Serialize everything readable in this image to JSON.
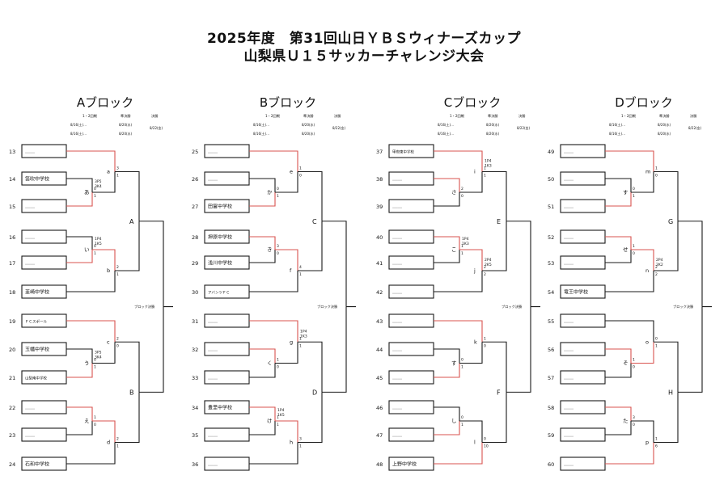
{
  "title": {
    "line1": "2025年度　第31回山日ＹＢＳウィナーズカップ",
    "line2": "山梨県Ｕ１５サッカーチャレンジ大会"
  },
  "colors": {
    "line": "#1a1a1a",
    "winner_line": "#d9534f",
    "text": "#111111"
  },
  "blocks": [
    {
      "name": "Aブロック",
      "schedule": {
        "col1_head": "1・2回戦",
        "col1_l1": "8/16(土)…",
        "col1_l2": "8/16(土)…",
        "col2_head": "準決勝",
        "col2_l1": "8/20(水)",
        "col2_l2": "8/20(水)",
        "col3_head": "決勝",
        "col3_l1": "8/22(金)"
      },
      "final_label": "ブロック決勝",
      "teams": [
        {
          "no": 13,
          "name": "……"
        },
        {
          "no": 14,
          "name": "笛吹中学校"
        },
        {
          "no": 15,
          "name": "……"
        },
        {
          "no": 16,
          "name": "……"
        },
        {
          "no": 17,
          "name": "……"
        },
        {
          "no": 18,
          "name": "韮崎中学校"
        },
        {
          "no": 19,
          "name": "ＦＣスポール"
        },
        {
          "no": 20,
          "name": "玉幡中学校"
        },
        {
          "no": 21,
          "name": "山梨南中学校"
        },
        {
          "no": 22,
          "name": "……"
        },
        {
          "no": 23,
          "name": "……"
        },
        {
          "no": 24,
          "name": "石和中学校"
        }
      ],
      "round1": [
        {
          "label": "あ",
          "score": [
            "0",
            "1"
          ],
          "pk": [
            "3P5",
            "3K4"
          ]
        },
        {
          "label": "い",
          "score": [
            "0",
            "1"
          ],
          "pk": [
            "1P4",
            "1K5"
          ]
        },
        {
          "label": "う",
          "score": [
            "0",
            "1"
          ],
          "pk": [
            "3P5",
            "3K4"
          ]
        },
        {
          "label": "え",
          "score": [
            "1",
            "0"
          ],
          "pk": [
            "",
            ""
          ]
        }
      ],
      "round2": [
        {
          "label": "a",
          "score": [
            "3",
            "1"
          ],
          "pk": [
            "",
            ""
          ]
        },
        {
          "label": "b",
          "score": [
            "2",
            "1"
          ],
          "pk": [
            "",
            ""
          ]
        },
        {
          "label": "c",
          "score": [
            "2",
            "0"
          ],
          "pk": [
            "",
            ""
          ]
        },
        {
          "label": "d",
          "score": [
            "2",
            "1"
          ],
          "pk": [
            "",
            ""
          ]
        }
      ],
      "semis": [
        {
          "label": "A"
        },
        {
          "label": "B"
        }
      ]
    },
    {
      "name": "Bブロック",
      "schedule": {
        "col1_head": "1・2回戦",
        "col1_l1": "8/16(土)…",
        "col1_l2": "8/16(土)…",
        "col2_head": "準決勝",
        "col2_l1": "8/20(水)",
        "col2_l2": "8/20(水)",
        "col3_head": "決勝",
        "col3_l1": "8/22(金)"
      },
      "final_label": "ブロック決勝",
      "teams": [
        {
          "no": 25,
          "name": "……"
        },
        {
          "no": 26,
          "name": "……"
        },
        {
          "no": 27,
          "name": "田富中学校"
        },
        {
          "no": 28,
          "name": "押原中学校"
        },
        {
          "no": 29,
          "name": "浅川中学校"
        },
        {
          "no": 30,
          "name": "アバンツＦＣ"
        },
        {
          "no": 31,
          "name": "……"
        },
        {
          "no": 32,
          "name": "……"
        },
        {
          "no": 33,
          "name": "……"
        },
        {
          "no": 34,
          "name": "豊里中学校"
        },
        {
          "no": 35,
          "name": "……"
        },
        {
          "no": 36,
          "name": "……"
        }
      ],
      "round1": [
        {
          "label": "か",
          "score": [
            "0",
            "1"
          ],
          "pk": [
            "",
            ""
          ]
        },
        {
          "label": "き",
          "score": [
            "3",
            "0"
          ],
          "pk": [
            "",
            ""
          ]
        },
        {
          "label": "く",
          "score": [
            "1",
            "0"
          ],
          "pk": [
            "",
            ""
          ]
        },
        {
          "label": "け",
          "score": [
            "1",
            "1"
          ],
          "pk": [
            "1P4",
            "1K5"
          ]
        }
      ],
      "round2": [
        {
          "label": "e",
          "score": [
            "1",
            "0"
          ],
          "pk": [
            "",
            ""
          ]
        },
        {
          "label": "f",
          "score": [
            "4",
            "1"
          ],
          "pk": [
            "",
            ""
          ]
        },
        {
          "label": "g",
          "score": [
            "1",
            "1"
          ],
          "pk": [
            "1P4",
            "1K3"
          ]
        },
        {
          "label": "h",
          "score": [
            "3",
            "1"
          ],
          "pk": [
            "",
            ""
          ]
        }
      ],
      "semis": [
        {
          "label": "C"
        },
        {
          "label": "D"
        }
      ]
    },
    {
      "name": "Cブロック",
      "schedule": {
        "col1_head": "1・2回戦",
        "col1_l1": "8/16(土)…",
        "col1_l2": "8/16(土)…",
        "col2_head": "準決勝",
        "col2_l1": "8/20(水)",
        "col2_l2": "8/20(水)",
        "col3_head": "決勝",
        "col3_l1": "8/22(金)"
      },
      "final_label": "ブロック決勝",
      "teams": [
        {
          "no": 37,
          "name": "甲府東中学校"
        },
        {
          "no": 38,
          "name": "……"
        },
        {
          "no": 39,
          "name": "……"
        },
        {
          "no": 40,
          "name": "……"
        },
        {
          "no": 41,
          "name": "……"
        },
        {
          "no": 42,
          "name": "……"
        },
        {
          "no": 43,
          "name": "……"
        },
        {
          "no": 44,
          "name": "……"
        },
        {
          "no": 45,
          "name": "……"
        },
        {
          "no": 46,
          "name": "……"
        },
        {
          "no": 47,
          "name": "……"
        },
        {
          "no": 48,
          "name": "上野中学校"
        }
      ],
      "round1": [
        {
          "label": "さ",
          "score": [
            "2",
            "0"
          ],
          "pk": [
            "",
            ""
          ]
        },
        {
          "label": "こ",
          "score": [
            "1",
            "1"
          ],
          "pk": [
            "1P4",
            "1K3"
          ]
        },
        {
          "label": "す",
          "score": [
            "0",
            "1"
          ],
          "pk": [
            "",
            ""
          ]
        },
        {
          "label": "し",
          "score": [
            "0",
            "1"
          ],
          "pk": [
            "",
            ""
          ]
        }
      ],
      "round2": [
        {
          "label": "i",
          "score": [
            "1",
            "1"
          ],
          "pk": [
            "1P4",
            "1K3"
          ]
        },
        {
          "label": "j",
          "score": [
            "2",
            "2"
          ],
          "pk": [
            "2P4",
            "2K5"
          ]
        },
        {
          "label": "k",
          "score": [
            "1",
            "0"
          ],
          "pk": [
            "",
            ""
          ]
        },
        {
          "label": "l",
          "score": [
            "0",
            "10"
          ],
          "pk": [
            "",
            ""
          ]
        }
      ],
      "semis": [
        {
          "label": "E"
        },
        {
          "label": "F"
        }
      ]
    },
    {
      "name": "Dブロック",
      "schedule": {
        "col1_head": "1・2回戦",
        "col1_l1": "8/16(土)…",
        "col1_l2": "8/16(土)…",
        "col2_head": "準決勝",
        "col2_l1": "8/20(水)",
        "col2_l2": "8/20(水)",
        "col3_head": "決勝",
        "col3_l1": "8/22(金)"
      },
      "final_label": "ブロック決勝",
      "teams": [
        {
          "no": 49,
          "name": "……"
        },
        {
          "no": 50,
          "name": "……"
        },
        {
          "no": 51,
          "name": "……"
        },
        {
          "no": 52,
          "name": "……"
        },
        {
          "no": 53,
          "name": "……"
        },
        {
          "no": 54,
          "name": "竜王中学校"
        },
        {
          "no": 55,
          "name": "……"
        },
        {
          "no": 56,
          "name": "……"
        },
        {
          "no": 57,
          "name": "……"
        },
        {
          "no": 58,
          "name": "……"
        },
        {
          "no": 59,
          "name": "……"
        },
        {
          "no": 60,
          "name": "……"
        }
      ],
      "round1": [
        {
          "label": "す",
          "score": [
            "0",
            "1"
          ],
          "pk": [
            "",
            ""
          ]
        },
        {
          "label": "せ",
          "score": [
            "1",
            "0"
          ],
          "pk": [
            "",
            ""
          ]
        },
        {
          "label": "そ",
          "score": [
            "1",
            "0"
          ],
          "pk": [
            "",
            ""
          ]
        },
        {
          "label": "た",
          "score": [
            "3",
            "0"
          ],
          "pk": [
            "",
            ""
          ]
        }
      ],
      "round2": [
        {
          "label": "m",
          "score": [
            "1",
            "0"
          ],
          "pk": [
            "",
            ""
          ]
        },
        {
          "label": "n",
          "score": [
            "2",
            "2"
          ],
          "pk": [
            "2P4",
            "2K2"
          ]
        },
        {
          "label": "o",
          "score": [
            "0",
            "1"
          ],
          "pk": [
            "",
            ""
          ]
        },
        {
          "label": "p",
          "score": [
            "1",
            "6"
          ],
          "pk": [
            "",
            ""
          ]
        }
      ],
      "semis": [
        {
          "label": "G"
        },
        {
          "label": "H"
        }
      ]
    }
  ]
}
